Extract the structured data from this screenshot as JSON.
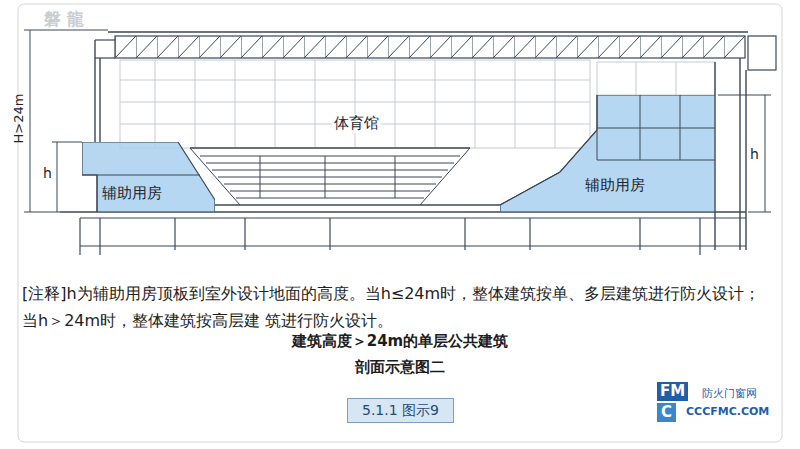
{
  "diagram": {
    "title": "建筑高度＞24m的单层公共建筑 剖面示意图二",
    "caption": "5.1.1 图示9",
    "nodes": [
      {
        "text": [
          "辅助用房"
        ]
      },
      {
        "text": [
          "辅助用房"
        ]
      }
    ],
    "labels": [
      "磐 龍",
      "H>24m",
      "h",
      "体育馆",
      "h",
      "[注释]h为辅助用房顶板到室外设计地面的高度。当h≤24m时，整体建筑按单、多层建筑进行防火设计； 当h＞24m时，整体建筑按高层建 筑进行防火设计。",
      "FM",
      "C",
      "防火门窗网",
      "CCCFMC.COM"
    ]
  }
}
